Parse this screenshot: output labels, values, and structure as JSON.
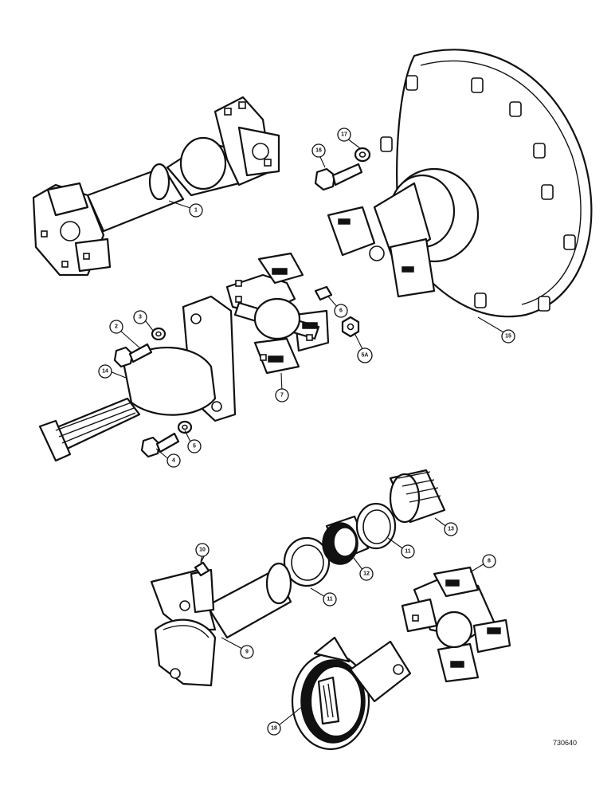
{
  "diagram": {
    "figure_ref": "730640",
    "callouts": [
      {
        "id": "c1",
        "label": "1"
      },
      {
        "id": "c2",
        "label": "2"
      },
      {
        "id": "c3",
        "label": "3"
      },
      {
        "id": "c4",
        "label": "4"
      },
      {
        "id": "c5",
        "label": "5"
      },
      {
        "id": "c5a",
        "label": "5A"
      },
      {
        "id": "c6",
        "label": "6"
      },
      {
        "id": "c7",
        "label": "7"
      },
      {
        "id": "c8",
        "label": "8"
      },
      {
        "id": "c9",
        "label": "9"
      },
      {
        "id": "c10",
        "label": "10"
      },
      {
        "id": "c11a",
        "label": "11"
      },
      {
        "id": "c11b",
        "label": "11"
      },
      {
        "id": "c12",
        "label": "12"
      },
      {
        "id": "c13",
        "label": "13"
      },
      {
        "id": "c14",
        "label": "14"
      },
      {
        "id": "c15",
        "label": "15"
      },
      {
        "id": "c16",
        "label": "16"
      },
      {
        "id": "c17",
        "label": "17"
      },
      {
        "id": "c18",
        "label": "18"
      }
    ]
  }
}
